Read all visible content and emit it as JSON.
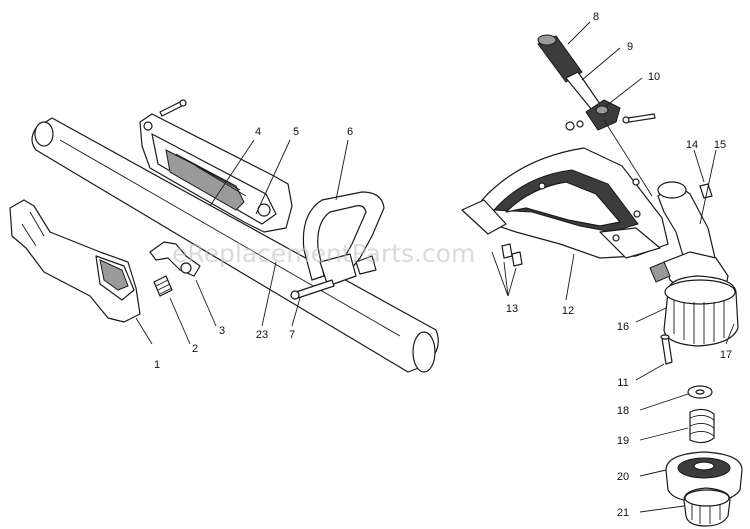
{
  "watermark": "eReplacementParts.com",
  "callouts": [
    {
      "id": "1",
      "text": "1"
    },
    {
      "id": "2",
      "text": "2"
    },
    {
      "id": "3",
      "text": "3"
    },
    {
      "id": "4",
      "text": "4"
    },
    {
      "id": "5",
      "text": "5"
    },
    {
      "id": "6",
      "text": "6"
    },
    {
      "id": "7",
      "text": "7"
    },
    {
      "id": "8",
      "text": "8"
    },
    {
      "id": "9",
      "text": "9"
    },
    {
      "id": "10",
      "text": "10"
    },
    {
      "id": "11",
      "text": "11"
    },
    {
      "id": "12",
      "text": "12"
    },
    {
      "id": "13",
      "text": "13"
    },
    {
      "id": "14",
      "text": "14"
    },
    {
      "id": "15",
      "text": "15"
    },
    {
      "id": "16",
      "text": "16"
    },
    {
      "id": "17",
      "text": "17"
    },
    {
      "id": "18",
      "text": "18"
    },
    {
      "id": "19",
      "text": "19"
    },
    {
      "id": "20",
      "text": "20"
    },
    {
      "id": "21",
      "text": "21"
    },
    {
      "id": "23",
      "text": "23"
    }
  ]
}
